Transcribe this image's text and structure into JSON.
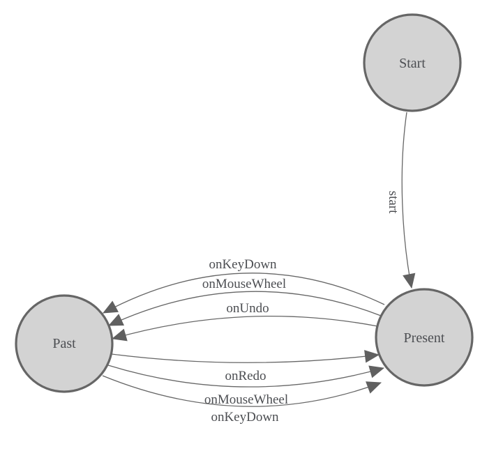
{
  "diagram": {
    "kind": "state-machine",
    "background_color": "#ffffff",
    "colors": {
      "node_fill": "#d3d3d3",
      "node_stroke": "#666666",
      "edge_stroke": "#666666",
      "arrowhead_fill": "#606060",
      "label_text": "#4c4e52"
    },
    "nodes": [
      {
        "id": "start",
        "label": "Start"
      },
      {
        "id": "past",
        "label": "Past"
      },
      {
        "id": "present",
        "label": "Present"
      }
    ],
    "edges": [
      {
        "from": "Start",
        "to": "Present",
        "label": "start"
      },
      {
        "from": "Present",
        "to": "Past",
        "label": "onKeyDown"
      },
      {
        "from": "Present",
        "to": "Past",
        "label": "onMouseWheel"
      },
      {
        "from": "Present",
        "to": "Past",
        "label": "onUndo"
      },
      {
        "from": "Past",
        "to": "Present",
        "label": "onRedo"
      },
      {
        "from": "Past",
        "to": "Present",
        "label": "onMouseWheel"
      },
      {
        "from": "Past",
        "to": "Present",
        "label": "onKeyDown"
      }
    ]
  }
}
